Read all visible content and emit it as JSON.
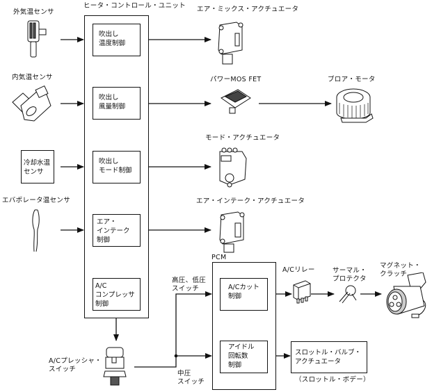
{
  "title": "ヒータ・コントロール・ユニット",
  "sensors": {
    "outside_temp": "外気温センサ",
    "inside_temp": "内気温センサ",
    "coolant_temp": "冷却水温\nセンサ",
    "evaporator_temp": "エバポレータ温センサ"
  },
  "hcu_blocks": {
    "temp_control": "吹出し\n温度制御",
    "air_volume": "吹出し\n風量制御",
    "mode_control": "吹出し\nモード制御",
    "intake_control": "エア・\nインテーク\n制御",
    "ac_compressor": "A/C\nコンプレッサ\n制御"
  },
  "actuators": {
    "air_mix": "エア・ミックス・アクチュエータ",
    "power_mosfet": "パワーMOS FET",
    "blower_motor": "ブロア・モータ",
    "mode_actuator": "モード・アクチュエータ",
    "air_intake": "エア・インテーク・アクチュエータ"
  },
  "pressure_switch": {
    "label": "A/Cプレッシャ・\nスイッチ",
    "high_low": "高圧、低圧\nスイッチ",
    "medium": "中圧\nスイッチ"
  },
  "pcm": {
    "title": "PCM",
    "ac_cut": "A/Cカット\n制御",
    "idle_speed": "アイドル\n回転数\n制御"
  },
  "outputs": {
    "ac_relay": "A/Cリレー",
    "thermal_protector": "サーマル・\nプロテクタ",
    "magnet_clutch": "マグネット・\nクラッチ",
    "throttle_valve": "スロットル・バルブ・\nアクチュエータ",
    "throttle_body": "（スロットル・ボデー）"
  }
}
